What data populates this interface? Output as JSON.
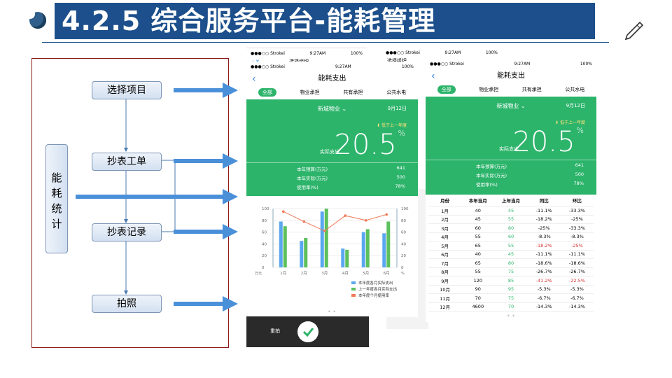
{
  "title": "4.2.5 综合服务平台-能耗管理",
  "flow": {
    "steps": [
      "选择项目",
      "抄表工单",
      "抄表记录",
      "拍照"
    ],
    "side_label": "能耗统计"
  },
  "phone_ui": {
    "status_carrier": "●●●○○ Strokei",
    "status_time": "9:27AM",
    "status_battery": "100%",
    "page_title": "能耗支出",
    "org_title": "选择组织",
    "tabs": [
      "全部",
      "物业承担",
      "共有承担",
      "公共水电"
    ],
    "location": "新城物业",
    "date": "9月12日",
    "warning": "低于上一年度",
    "big_value": "20.5",
    "big_unit": "%",
    "actual_label": "实际支出",
    "metrics": [
      {
        "label": "本年预算(万元)",
        "value": "641"
      },
      {
        "label": "本年实际(万元)",
        "value": "500"
      },
      {
        "label": "使用率(%)",
        "value": "78%"
      }
    ],
    "retake_label": "重拍"
  },
  "chart_data": {
    "type": "bar",
    "categories": [
      "1月",
      "2月",
      "3月",
      "4月",
      "5月",
      "6月"
    ],
    "series": [
      {
        "name": "本年度各月实际支出",
        "values": [
          78,
          45,
          95,
          32,
          60,
          58
        ],
        "color": "#5aa7f0"
      },
      {
        "name": "上一年度各月实际支出",
        "values": [
          70,
          50,
          100,
          30,
          65,
          78
        ],
        "color": "#5cc05c"
      },
      {
        "name": "本年度个月使用率",
        "values": [
          95,
          78,
          62,
          88,
          80,
          90
        ],
        "color": "#f07a5a"
      }
    ],
    "yticks": [
      0,
      20,
      40,
      60,
      80,
      100
    ],
    "ylabel_left": "万元",
    "ylabel_right": "%",
    "ylim": [
      0,
      100
    ]
  },
  "table": {
    "headers": [
      "月份",
      "本年当月",
      "上年当月",
      "同比",
      "环比"
    ],
    "rows": [
      [
        "1月",
        "40",
        "45",
        "-11.1%",
        "-33.3%"
      ],
      [
        "2月",
        "45",
        "55",
        "-18.2%",
        "-25%"
      ],
      [
        "3月",
        "60",
        "80",
        "-25%",
        "-33.3%"
      ],
      [
        "4月",
        "55",
        "60",
        "-8.3%",
        "-8.3%"
      ],
      [
        "5月",
        "65",
        "55",
        "-18.2%",
        "-25%"
      ],
      [
        "6月",
        "40",
        "45",
        "-11.1%",
        "-11.1%"
      ],
      [
        "7月",
        "65",
        "80",
        "-18.6%",
        "-18.6%"
      ],
      [
        "8月",
        "55",
        "75",
        "-26.7%",
        "-26.7%"
      ],
      [
        "9月",
        "120",
        "85",
        "-41.2%",
        "-22.5%"
      ],
      [
        "10月",
        "90",
        "95",
        "-5.3%",
        "-5.3%"
      ],
      [
        "11月",
        "70",
        "75",
        "-6.7%",
        "-6.7%"
      ],
      [
        "12月",
        "4600",
        "70",
        "-14.3%",
        "-14.3%"
      ]
    ],
    "red_rows": [
      4,
      8
    ]
  },
  "colors": {
    "green": "#2db46b",
    "navy": "#1c4f8b",
    "arrow": "#4a90d9"
  }
}
